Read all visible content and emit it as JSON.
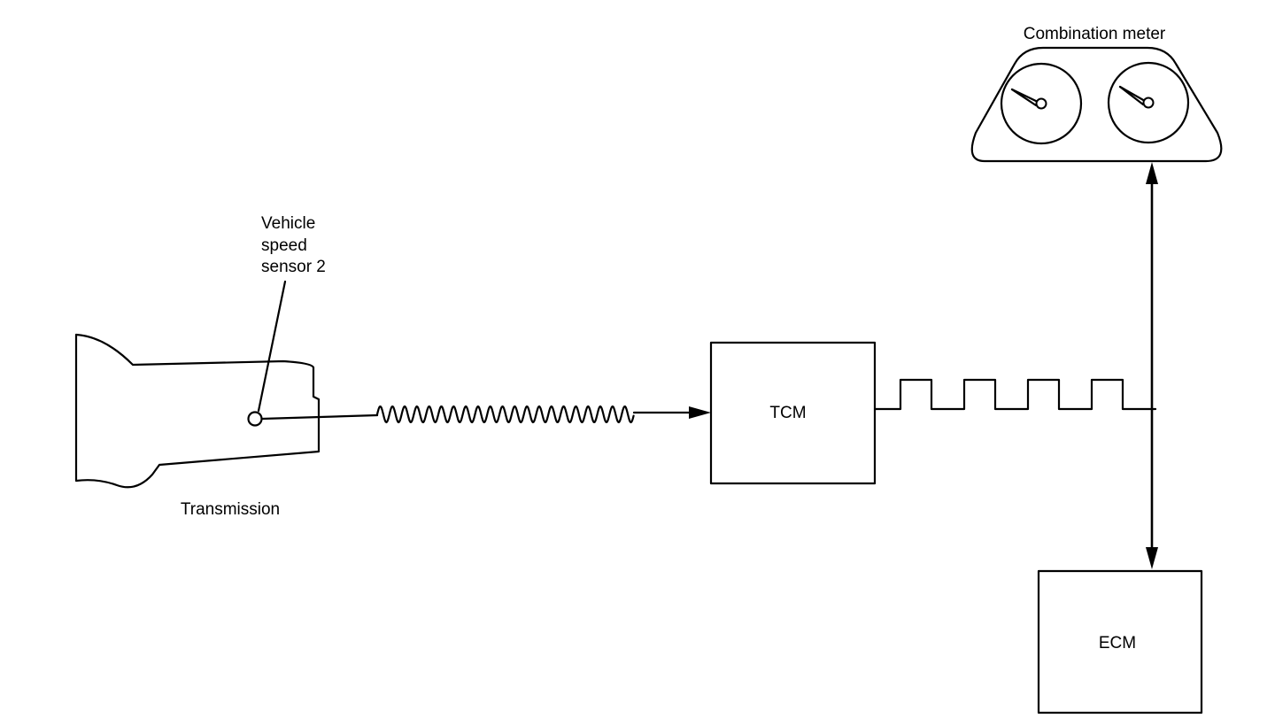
{
  "labels": {
    "combination_meter": "Combination meter",
    "sensor_line1": "Vehicle",
    "sensor_line2": "speed",
    "sensor_line3": "sensor 2",
    "transmission": "Transmission",
    "tcm": "TCM",
    "ecm": "ECM"
  }
}
